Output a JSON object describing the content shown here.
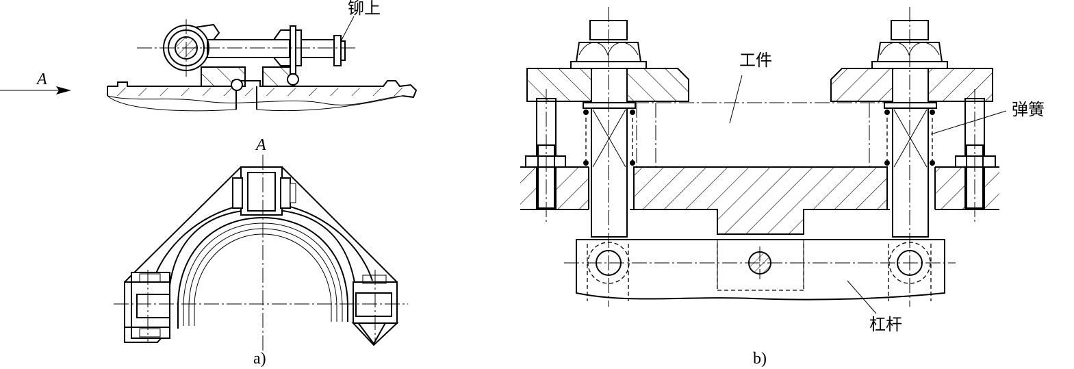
{
  "labels": {
    "rivet": "铆上",
    "view_arrow": "A",
    "view_title": "A",
    "workpiece": "工件",
    "spring": "弹簧",
    "lever": "杠杆",
    "caption_a": "a)",
    "caption_b": "b)"
  }
}
